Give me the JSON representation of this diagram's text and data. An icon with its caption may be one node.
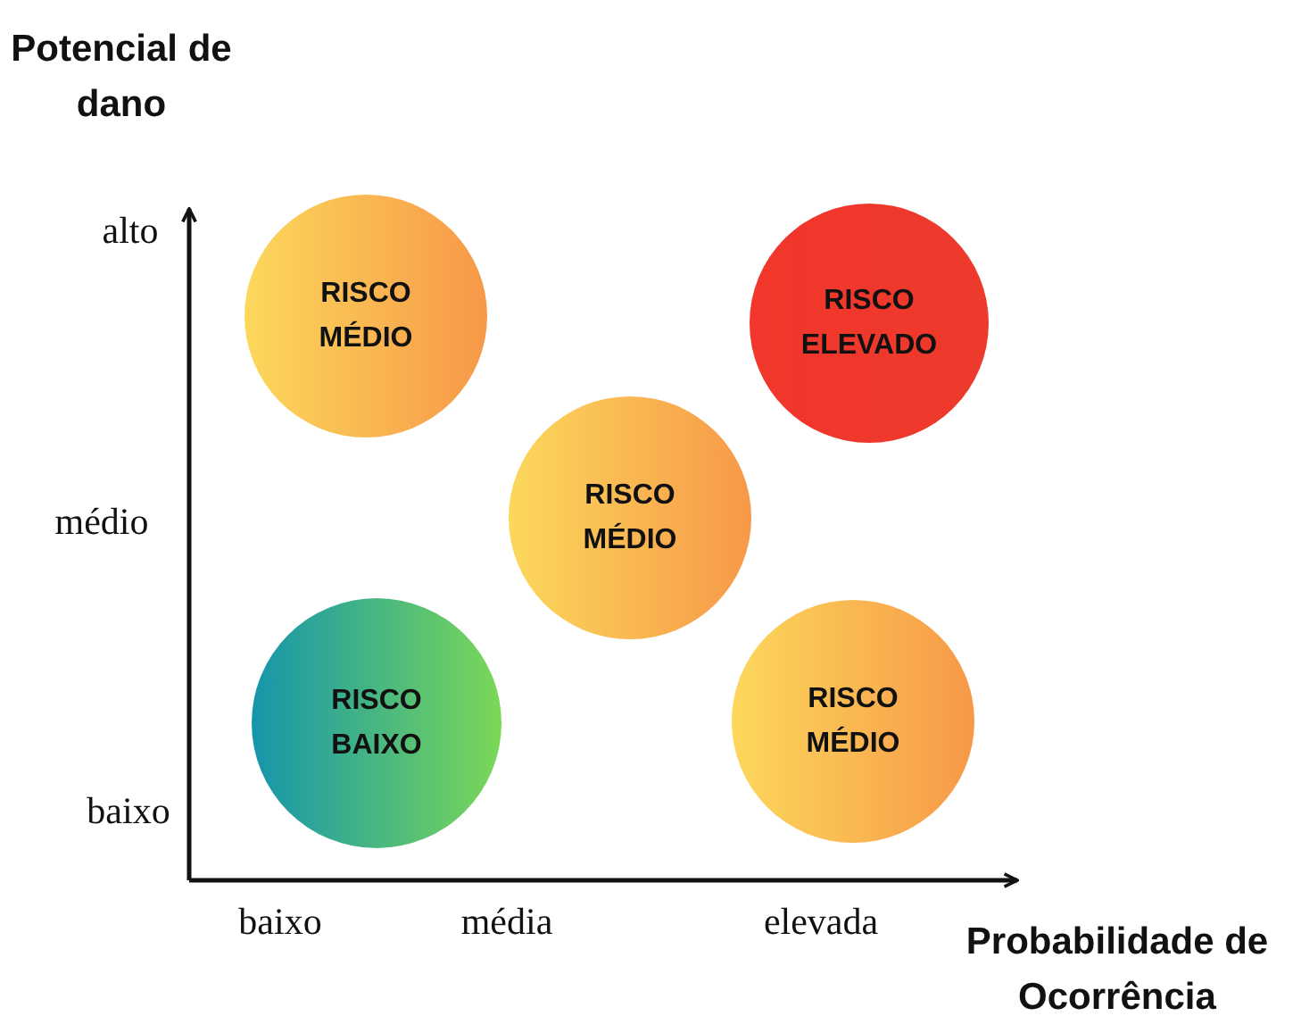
{
  "diagram": {
    "nodes": [
      {
        "text": [
          "RISCO MÉDIO"
        ]
      },
      {
        "text": [
          "RISCO ELEVADO"
        ]
      },
      {
        "text": [
          "RISCO MÉDIO"
        ]
      },
      {
        "text": [
          "RISCO BAIXO"
        ]
      },
      {
        "text": [
          "RISCO MÉDIO"
        ]
      }
    ],
    "edges": [],
    "labels": [
      "Potencial de dano",
      "alto",
      "médio",
      "baixo",
      "baixo",
      "média",
      "elevada",
      "Probabilidade de Ocorrência"
    ]
  }
}
